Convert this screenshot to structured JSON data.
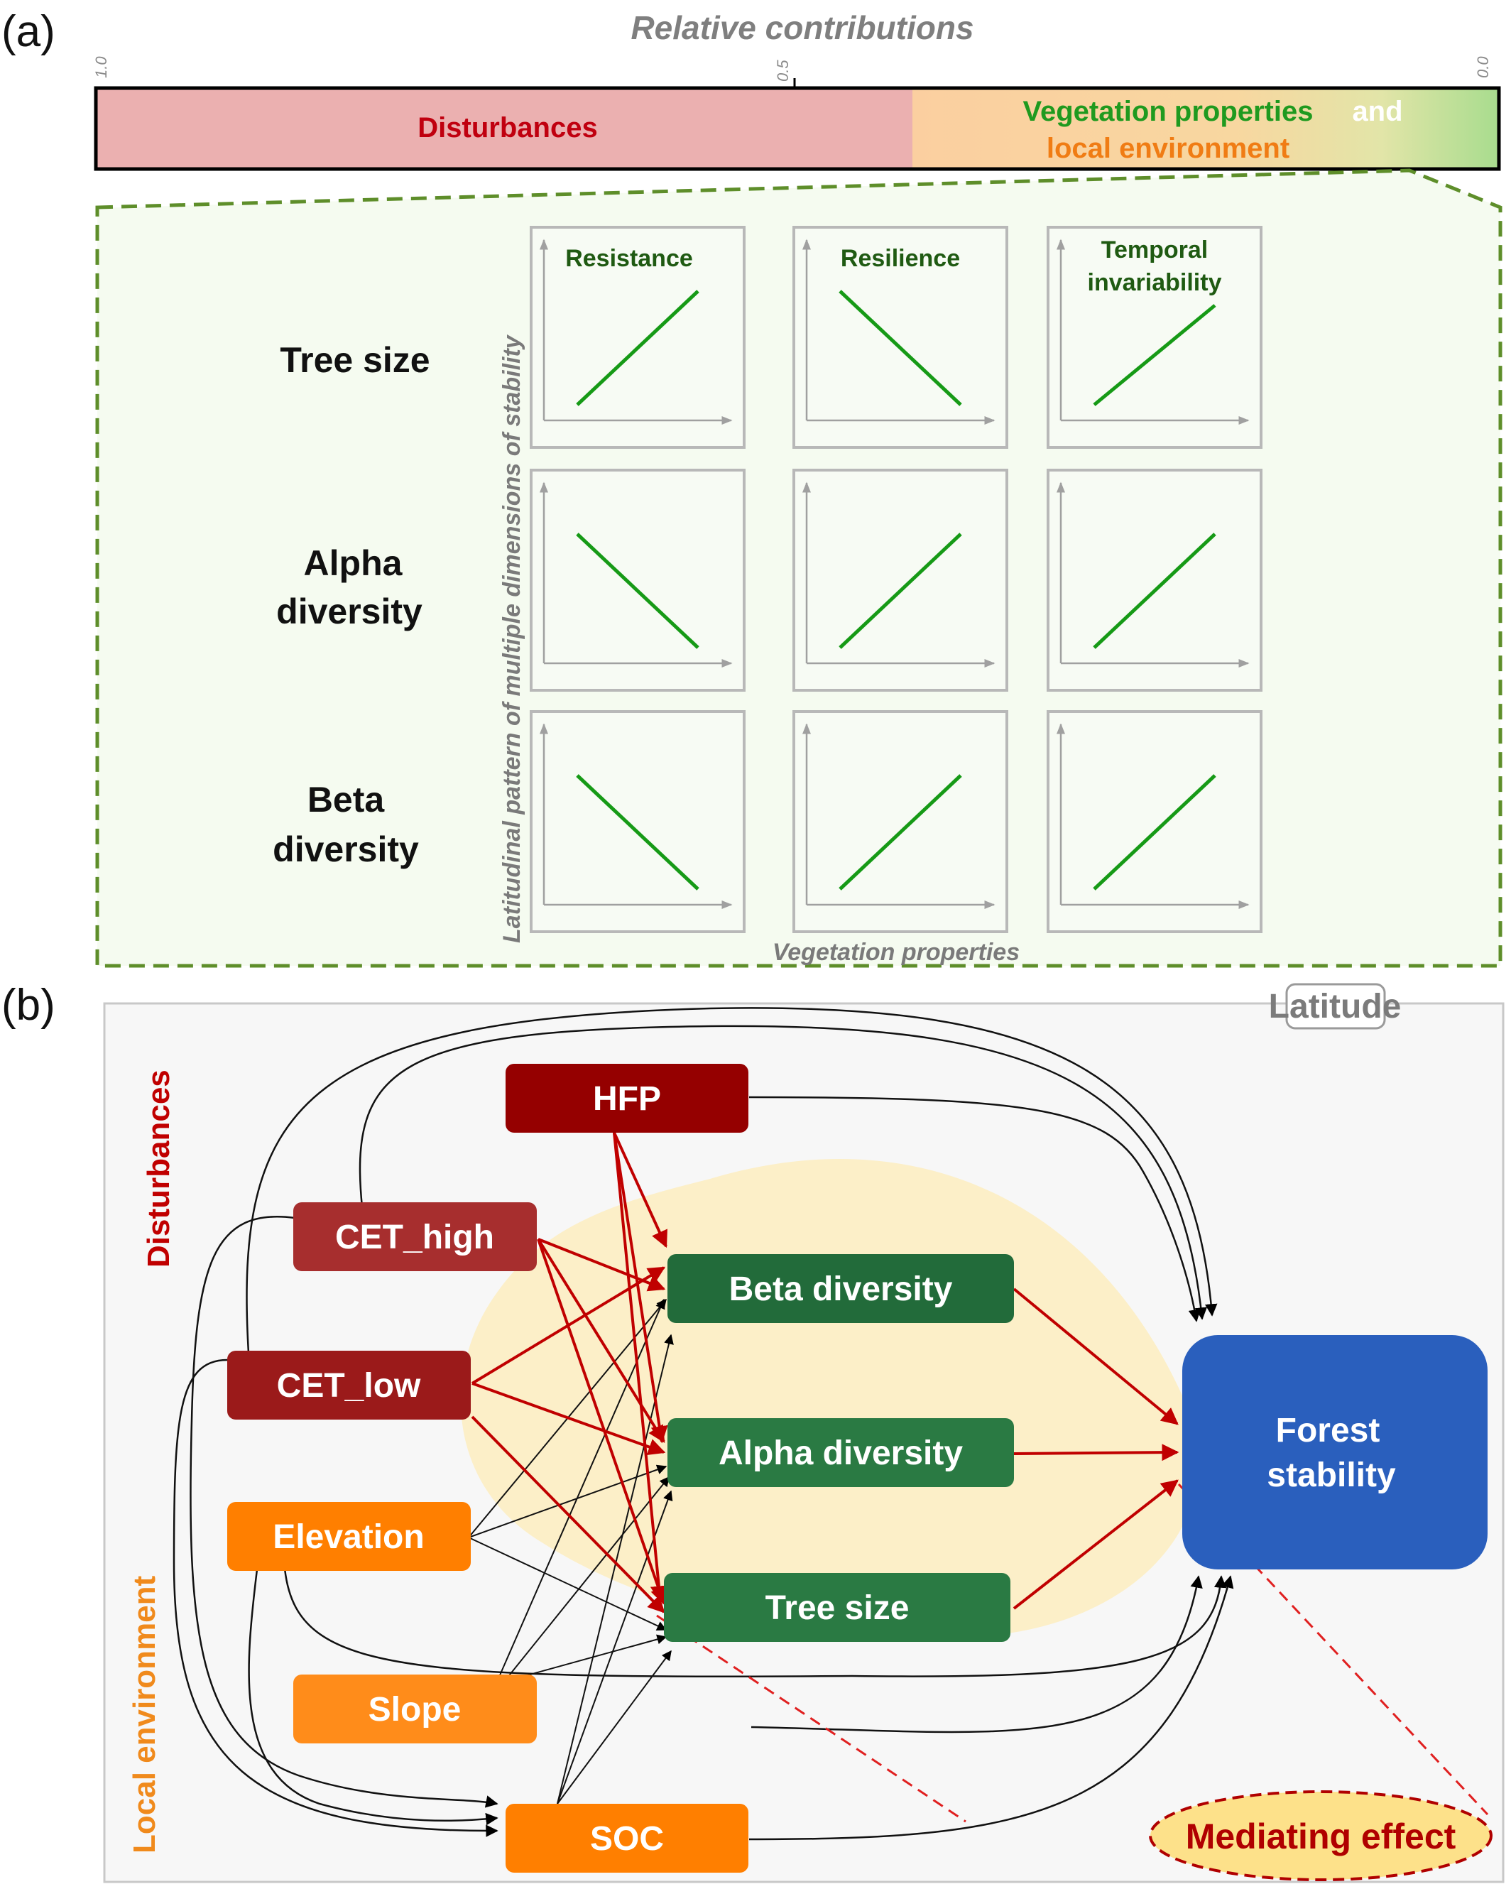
{
  "panel_a": {
    "label": "(a)",
    "bar_title": "Relative contributions",
    "ticks": [
      "1.0",
      "0.5",
      "0.0"
    ],
    "disturbances_label": "Disturbances",
    "disturbances_share": 0.42,
    "vegetation_label": "Vegetation properties",
    "and_label": "and",
    "local_env_label": "local environment",
    "row_labels": [
      [
        "Tree size"
      ],
      [
        "Alpha",
        "diversity"
      ],
      [
        "Beta",
        "diversity"
      ]
    ],
    "col_labels": [
      [
        "Resistance"
      ],
      [
        "Resilience"
      ],
      [
        "Temporal",
        "invariability"
      ]
    ],
    "y_axis_title": "Latitudinal pattern of multiple dimensions of stability",
    "x_axis_title": "Vegetation properties",
    "trends": [
      [
        "positive",
        "negative",
        "positive"
      ],
      [
        "negative",
        "positive",
        "positive"
      ],
      [
        "negative",
        "positive",
        "positive"
      ]
    ]
  },
  "panel_b": {
    "label": "(b)",
    "latitude_label": "Latitude",
    "group_disturbances": "Disturbances",
    "group_local_env": "Local environment",
    "nodes": {
      "hfp": "HFP",
      "cet_high": "CET_high",
      "cet_low": "CET_low",
      "elevation": "Elevation",
      "slope": "Slope",
      "soc": "SOC",
      "beta": "Beta diversity",
      "alpha": "Alpha diversity",
      "tree": "Tree size",
      "stability_line1": "Forest",
      "stability_line2": "stability"
    },
    "mediating_label": "Mediating effect"
  },
  "colors": {
    "disturbance_dark": "#950000",
    "disturbance_mid": "#a72e2e",
    "disturbance_low": "#9b1a1a",
    "local_env": "#ff7f00",
    "local_env_light": "#ff8c1a",
    "vegetation": "#2a7a43",
    "vegetation_dark": "#226b3a",
    "stability": "#2a5fbd",
    "trend_line": "#169a16",
    "red_path": "#c00000"
  }
}
